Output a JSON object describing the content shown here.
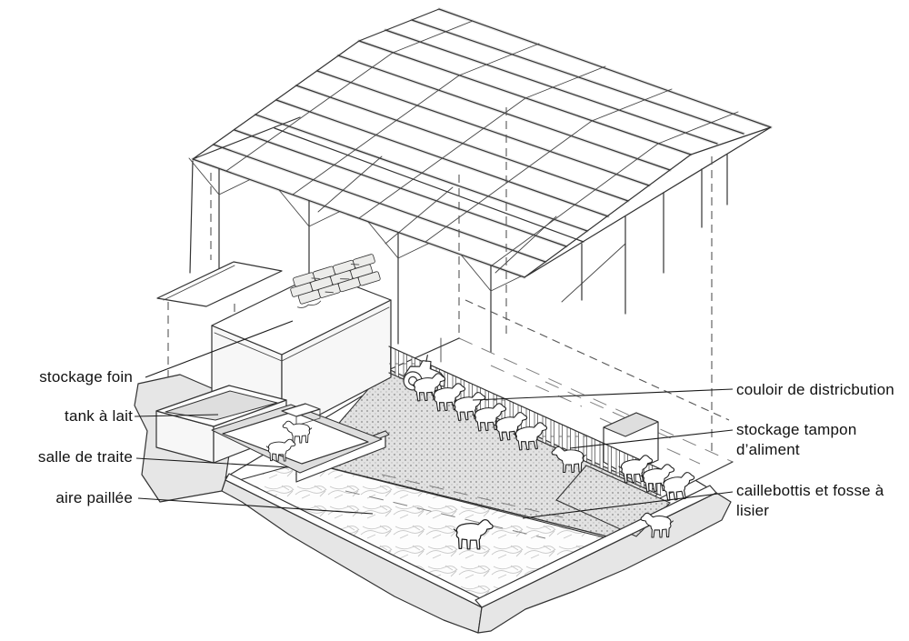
{
  "figure": {
    "type": "isometric-exploded-cutaway",
    "subject": "bâtiment d'élevage (chèvrerie) — charpente et aménagement intérieur",
    "ink_color": "#333333",
    "fill_light": "#e6e6e6",
    "background": "#ffffff"
  },
  "labels": {
    "left": [
      {
        "id": "stockage-foin",
        "text": "stockage foin"
      },
      {
        "id": "tank-a-lait",
        "text": "tank à lait"
      },
      {
        "id": "salle-de-traite",
        "text": "salle de traite"
      },
      {
        "id": "aire-paillee",
        "text": "aire paillée"
      }
    ],
    "right": [
      {
        "id": "couloir-de-distribution",
        "text": "couloir de districbution"
      },
      {
        "id": "stockage-tampon",
        "text": "stockage tampon d’aliment"
      },
      {
        "id": "caillebottis",
        "text": "caillebottis et fosse à lisier"
      }
    ]
  }
}
